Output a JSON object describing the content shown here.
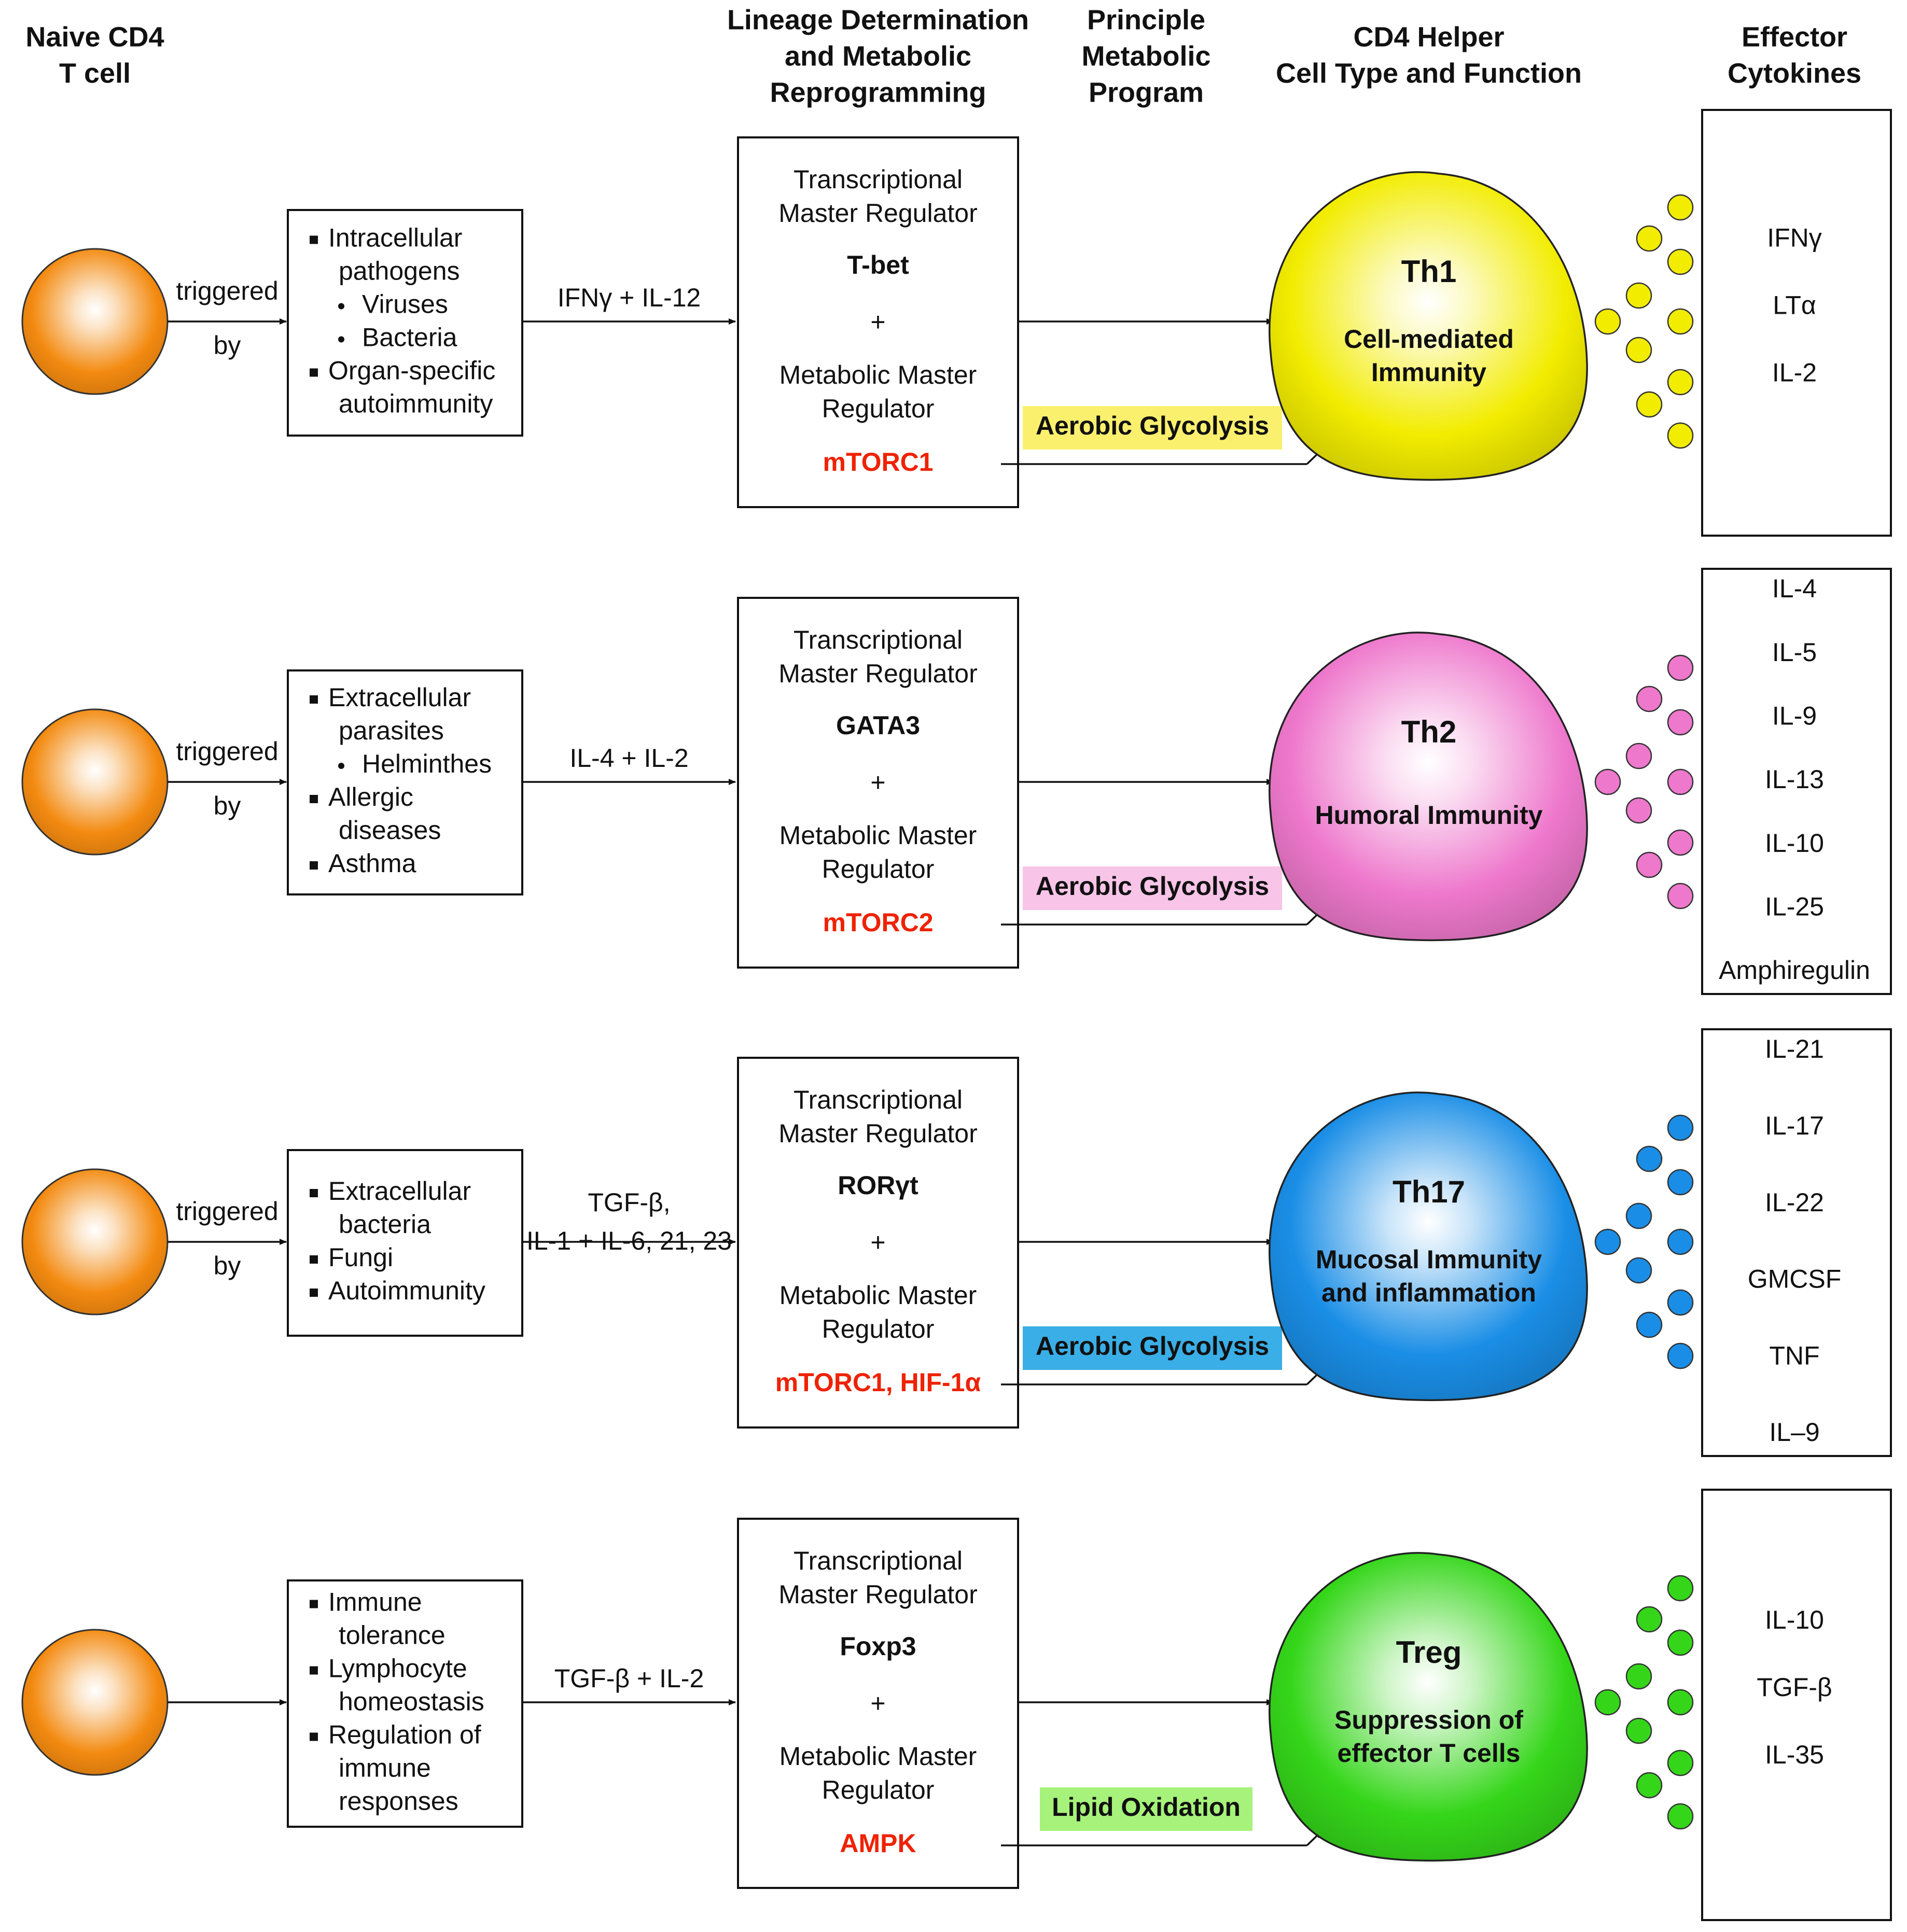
{
  "headers": {
    "naive": [
      "Naive CD4",
      "T cell"
    ],
    "lineage": [
      "Lineage Determination",
      "and Metabolic",
      "Reprogramming"
    ],
    "program": [
      "Principle",
      "Metabolic",
      "Program"
    ],
    "helper": [
      "CD4 Helper",
      "Cell Type and Function"
    ],
    "effector": [
      "Effector",
      "Cytokines"
    ]
  },
  "colors": {
    "naive_cell": "#f38a10",
    "red_regulator": "#ee2200"
  },
  "rows": [
    {
      "triggered": "triggered",
      "by": "by",
      "triggers": [
        {
          "marker": "square",
          "text": "Intracellular"
        },
        {
          "marker": "",
          "text": "pathogens"
        },
        {
          "marker": "dot",
          "text": "Viruses"
        },
        {
          "marker": "dot",
          "text": "Bacteria"
        },
        {
          "marker": "square",
          "text": "Organ-specific"
        },
        {
          "marker": "",
          "text": "autoimmunity"
        }
      ],
      "signal": [
        "IFNγ + IL-12"
      ],
      "tmr_label": [
        "Transcriptional",
        "Master Regulator"
      ],
      "tmr": "T-bet",
      "plus": "+",
      "mmr_label": [
        "Metabolic Master",
        "Regulator"
      ],
      "mmr": "mTORC1",
      "program": "Aerobic Glycolysis",
      "program_color": "#fbf06e",
      "cell_color": "#f2ec00",
      "cell_name": "Th1",
      "cell_function": [
        "Cell-mediated",
        "Immunity"
      ],
      "cytokines": [
        "IFNγ",
        "LTα",
        "IL-2"
      ]
    },
    {
      "triggered": "triggered",
      "by": "by",
      "triggers": [
        {
          "marker": "square",
          "text": "Extracellular"
        },
        {
          "marker": "",
          "text": "parasites"
        },
        {
          "marker": "dot",
          "text": "Helminthes"
        },
        {
          "marker": "square",
          "text": "Allergic"
        },
        {
          "marker": "",
          "text": "diseases"
        },
        {
          "marker": "square",
          "text": "Asthma"
        }
      ],
      "signal": [
        "IL-4 + IL-2"
      ],
      "tmr_label": [
        "Transcriptional",
        "Master Regulator"
      ],
      "tmr": "GATA3",
      "plus": "+",
      "mmr_label": [
        "Metabolic Master",
        "Regulator"
      ],
      "mmr": "mTORC2",
      "program": "Aerobic Glycolysis",
      "program_color": "#f8c4e8",
      "cell_color": "#ee78cc",
      "cell_name": "Th2",
      "cell_function": [
        "Humoral Immunity"
      ],
      "cytokines": [
        "IL-4",
        "IL-5",
        "IL-9",
        "IL-13",
        "IL-10",
        "IL-25",
        "Amphiregulin"
      ]
    },
    {
      "triggered": "triggered",
      "by": "by",
      "triggers": [
        {
          "marker": "square",
          "text": "Extracellular"
        },
        {
          "marker": "",
          "text": "bacteria"
        },
        {
          "marker": "square",
          "text": "Fungi"
        },
        {
          "marker": "square",
          "text": "Autoimmunity"
        }
      ],
      "signal": [
        "TGF-β,",
        "IL-1 + IL-6, 21, 23"
      ],
      "tmr_label": [
        "Transcriptional",
        "Master Regulator"
      ],
      "tmr": "RORγt",
      "plus": "+",
      "mmr_label": [
        "Metabolic Master",
        "Regulator"
      ],
      "mmr": "mTORC1, HIF-1α",
      "program": "Aerobic Glycolysis",
      "program_color": "#3aaee6",
      "cell_color": "#1a8ee6",
      "cell_name": "Th17",
      "cell_function": [
        "Mucosal Immunity",
        "and inflammation"
      ],
      "cytokines": [
        "IL-21",
        "IL-17",
        "IL-22",
        "GMCSF",
        "TNF",
        "IL–9"
      ]
    },
    {
      "triggered": "",
      "by": "",
      "triggers": [
        {
          "marker": "square",
          "text": "Immune"
        },
        {
          "marker": "",
          "text": "tolerance"
        },
        {
          "marker": "square",
          "text": "Lymphocyte"
        },
        {
          "marker": "",
          "text": "homeostasis"
        },
        {
          "marker": "square",
          "text": "Regulation of"
        },
        {
          "marker": "",
          "text": "immune"
        },
        {
          "marker": "",
          "text": "responses"
        }
      ],
      "signal": [
        "TGF-β + IL-2"
      ],
      "tmr_label": [
        "Transcriptional",
        "Master Regulator"
      ],
      "tmr": "Foxp3",
      "plus": "+",
      "mmr_label": [
        "Metabolic Master",
        "Regulator"
      ],
      "mmr": "AMPK",
      "program": "Lipid Oxidation",
      "program_color": "#a6f27a",
      "cell_color": "#35d61a",
      "cell_name": "Treg",
      "cell_function": [
        "Suppression of",
        "effector T cells"
      ],
      "cytokines": [
        "IL-10",
        "TGF-β",
        "IL-35"
      ]
    }
  ]
}
